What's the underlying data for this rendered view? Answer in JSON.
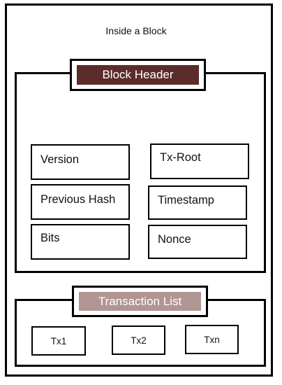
{
  "title": "Inside a Block",
  "block_header": {
    "label": "Block Header",
    "fields": {
      "version": "Version",
      "tx_root": "Tx-Root",
      "previous_hash": "Previous Hash",
      "timestamp": "Timestamp",
      "bits": "Bits",
      "nonce": "Nonce"
    },
    "banner_color": "#5b2c2a"
  },
  "transaction_list": {
    "label": "Transaction List",
    "items": [
      "Tx1",
      "Tx2",
      "Txn"
    ],
    "banner_color": "#b09593"
  }
}
